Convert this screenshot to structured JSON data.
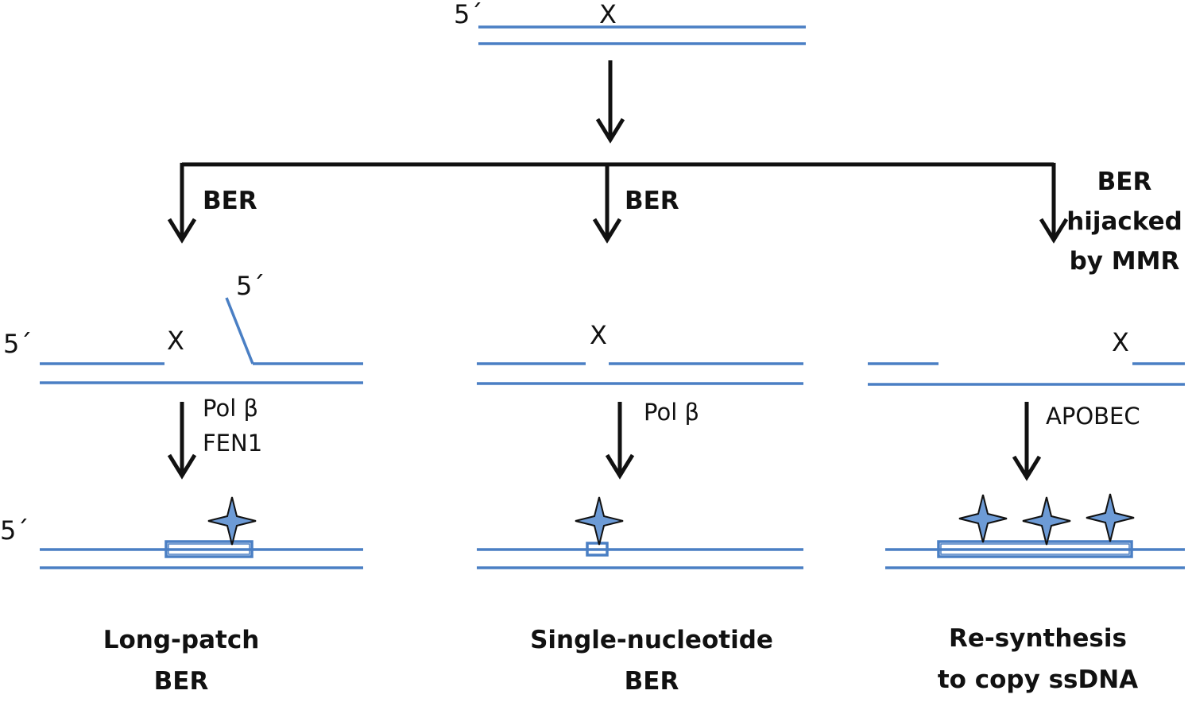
{
  "colors": {
    "dna": "#4a7fc4",
    "star_fill": "#6d9bd6",
    "arrow": "#111111"
  },
  "top": {
    "prime": "5´",
    "lesion": "X"
  },
  "branches": [
    {
      "route_label": "BER",
      "enzyme_lines": [
        "Pol β",
        "FEN1"
      ],
      "caption_lines": [
        "Long-patch",
        "BER"
      ]
    },
    {
      "route_label": "BER",
      "enzyme_lines": [
        "Pol β"
      ],
      "caption_lines": [
        "Single-nucleotide",
        "BER"
      ]
    },
    {
      "route_label_lines": [
        "BER",
        "hijacked",
        "by MMR"
      ],
      "enzyme_lines": [
        "APOBEC"
      ],
      "caption_lines": [
        "Re-synthesis",
        "to copy ssDNA"
      ]
    }
  ],
  "intermediate": {
    "left_prime": "5´",
    "flap_prime": "5´",
    "lesion": "X"
  },
  "product": {
    "left_prime": "5´"
  }
}
